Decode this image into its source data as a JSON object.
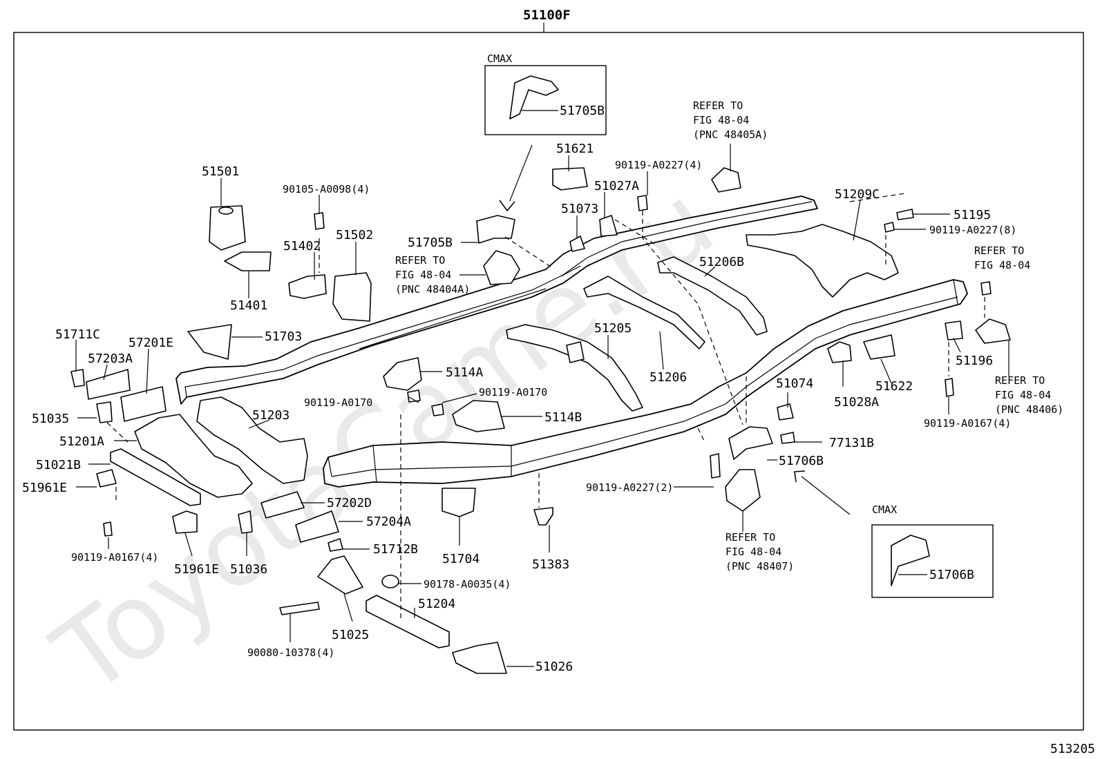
{
  "diagram": {
    "title": "51100F",
    "figure_number": "513205",
    "watermark": "ToyotaCame.ru",
    "cmax_label": "CMAX",
    "parts": {
      "p51705B_inset": "51705B",
      "p51705B": "51705B",
      "p51501": "51501",
      "p51401": "51401",
      "p51402": "51402",
      "p51502": "51502",
      "p90105": "90105-A0098(4)",
      "p51621": "51621",
      "p90119_a0227_4": "90119-A0227(4)",
      "p51027A": "51027A",
      "p51073": "51073",
      "p51209C": "51209C",
      "p51195": "51195",
      "p90119_a0227_8": "90119-A0227(8)",
      "p51206B": "51206B",
      "p51205": "51205",
      "p51206": "51206",
      "p51711C": "51711C",
      "p57201E": "57201E",
      "p57203A": "57203A",
      "p51703": "51703",
      "p5114A": "5114A",
      "p90119_a0170_a": "90119-A0170",
      "p90119_a0170_b": "90119-A0170",
      "p5114B": "5114B",
      "p51035": "51035",
      "p51203": "51203",
      "p51201A": "51201A",
      "p51021B": "51021B",
      "p51961E_a": "51961E",
      "p51961E_b": "51961E",
      "p90119_a0167_left": "90119-A0167(4)",
      "p51036": "51036",
      "p57202D": "57202D",
      "p57204A": "57204A",
      "p51712B": "51712B",
      "p51704": "51704",
      "p51383": "51383",
      "p90178": "90178-A0035(4)",
      "p51204": "51204",
      "p51025": "51025",
      "p90080": "90080-10378(4)",
      "p51026": "51026",
      "p51074": "51074",
      "p77131B": "77131B",
      "p51706B": "51706B",
      "p51706B_inset": "51706B",
      "p90119_a0227_2": "90119-A0227(2)",
      "p51028A": "51028A",
      "p51622": "51622",
      "p51196": "51196",
      "p90119_a0167_right": "90119-A0167(4)"
    },
    "refs": {
      "ref_48405A": [
        "REFER TO",
        "FIG 48-04",
        "(PNC 48405A)"
      ],
      "ref_48404A": [
        "REFER TO",
        "FIG 48-04",
        "(PNC 48404A)"
      ],
      "ref_fig_right": [
        "REFER TO",
        "FIG 48-04"
      ],
      "ref_48406": [
        "REFER TO",
        "FIG 48-04",
        "(PNC 48406)"
      ],
      "ref_48407": [
        "REFER TO",
        "FIG 48-04",
        "(PNC 48407)"
      ]
    }
  }
}
